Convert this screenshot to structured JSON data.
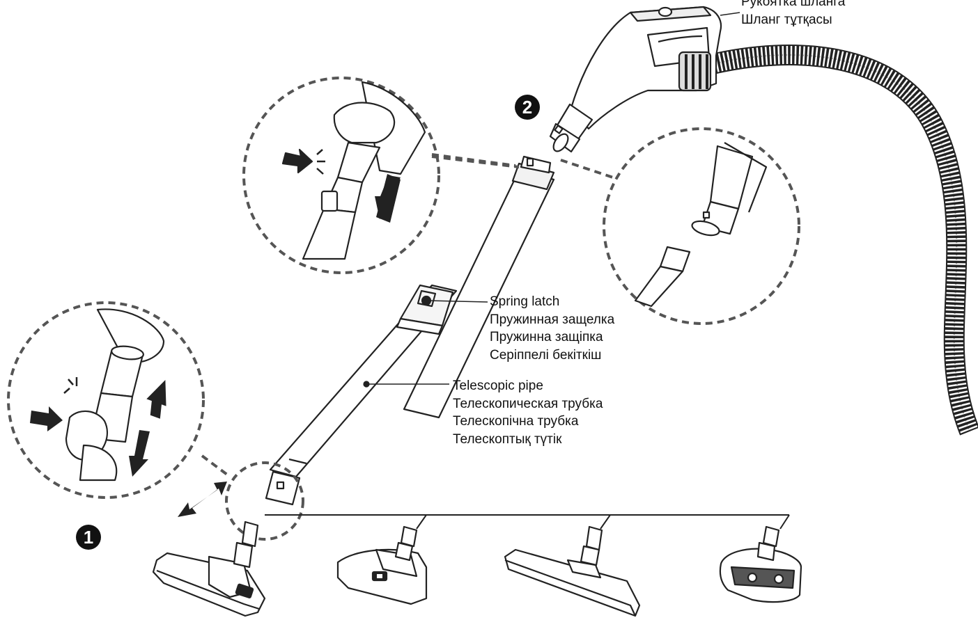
{
  "labels": {
    "hose_handle": [
      "Рукоятка шланга",
      "Шланг тұтқасы"
    ],
    "spring_latch": [
      "Spring latch",
      "Пружинная защелка",
      "Пружинна защіпка",
      "Серіппелі бекіткіш"
    ],
    "telescopic_pipe": [
      "Telescopic pipe",
      "Телескопическая трубка",
      "Телескопічна трубка",
      "Телескоптық түтік"
    ]
  },
  "steps": [
    "1",
    "2"
  ],
  "icons": [
    "hose-handle",
    "flexible-hose",
    "telescopic-pipe",
    "spring-latch",
    "detail-circle",
    "hand",
    "press-arrow",
    "slide-arrow",
    "floor-brush",
    "turbo-brush",
    "parquet-brush",
    "mini-turbo-brush"
  ]
}
